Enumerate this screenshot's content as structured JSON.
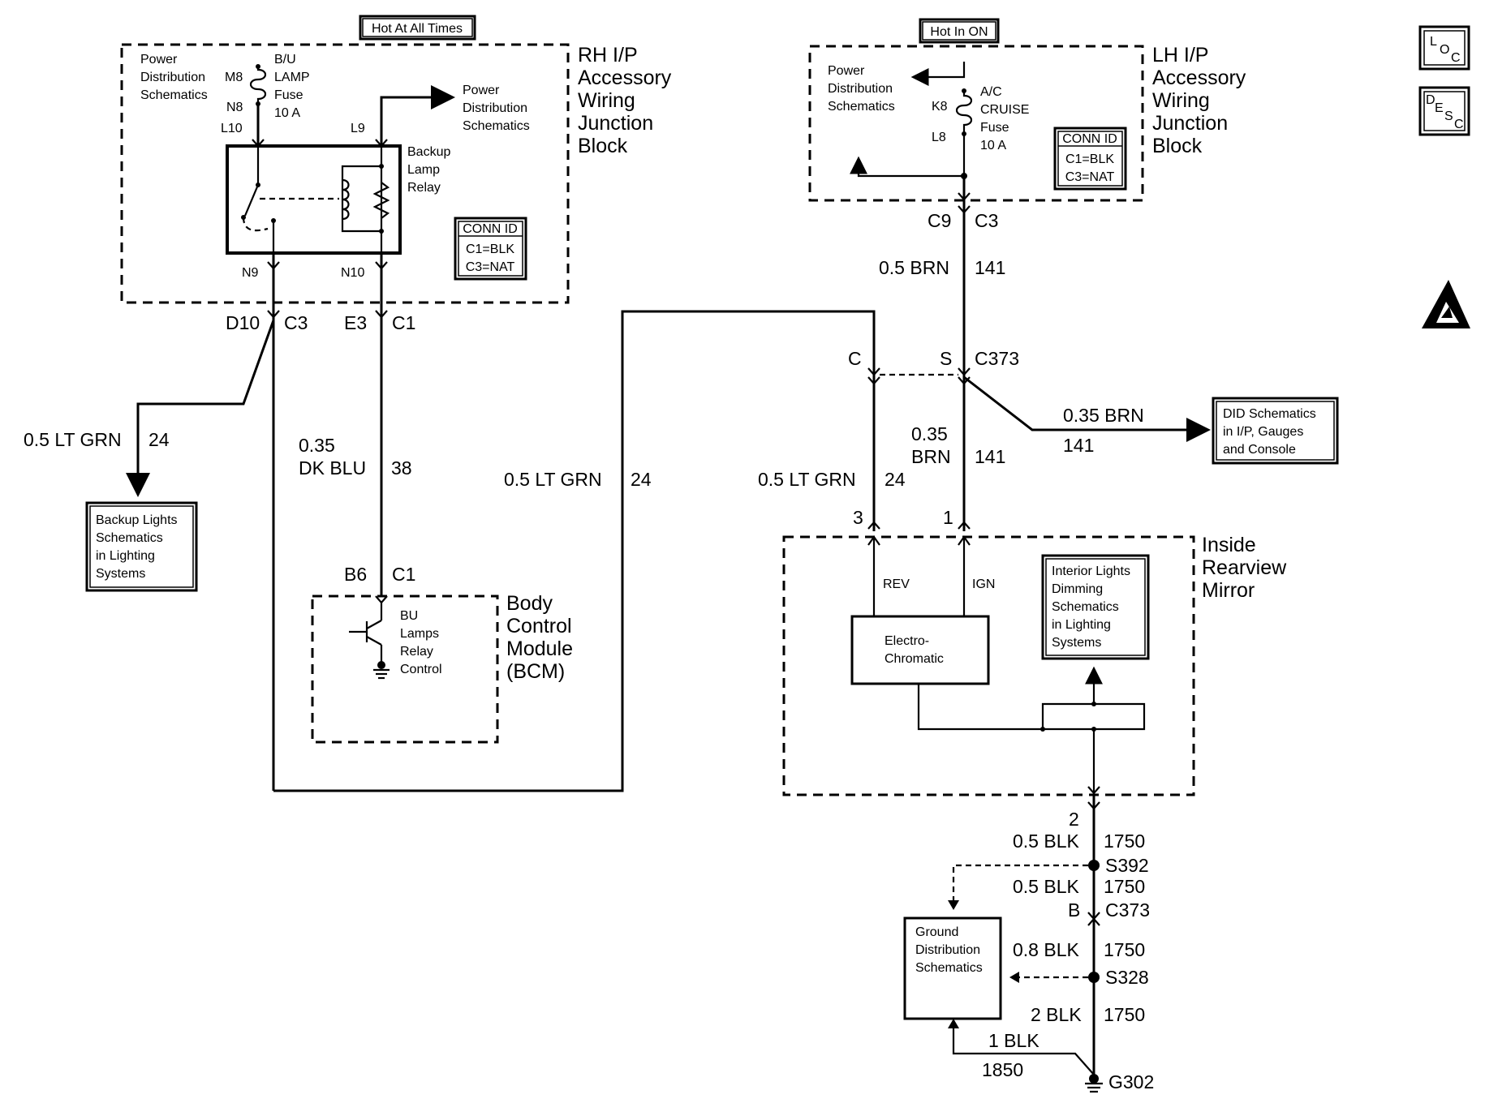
{
  "tags": {
    "hot_all_times": "Hot At All Times",
    "hot_in_on": "Hot In ON"
  },
  "icons": {
    "loc": [
      "L",
      "O",
      "C"
    ],
    "desc": [
      "D",
      "E",
      "S",
      "C"
    ]
  },
  "rh_block": {
    "title": [
      "RH I/P",
      "Accessory",
      "Wiring",
      "Junction",
      "Block"
    ],
    "power_dist_left": [
      "Power",
      "Distribution",
      "Schematics"
    ],
    "power_dist_right": [
      "Power",
      "Distribution",
      "Schematics"
    ],
    "fuse": [
      "B/U",
      "LAMP",
      "Fuse",
      "10 A"
    ],
    "m8": "M8",
    "n8": "N8",
    "l10": "L10",
    "l9": "L9",
    "n9": "N9",
    "n10": "N10",
    "relay": [
      "Backup",
      "Lamp",
      "Relay"
    ],
    "conn": [
      "CONN ID",
      "C1=BLK",
      "C3=NAT"
    ]
  },
  "lh_block": {
    "title": [
      "LH I/P",
      "Accessory",
      "Wiring",
      "Junction",
      "Block"
    ],
    "power_dist": [
      "Power",
      "Distribution",
      "Schematics"
    ],
    "k8": "K8",
    "l8": "L8",
    "fuse": [
      "A/C",
      "CRUISE",
      "Fuse",
      "10 A"
    ],
    "conn": [
      "CONN ID",
      "C1=BLK",
      "C3=NAT"
    ]
  },
  "connectors": {
    "d10": "D10",
    "c3a": "C3",
    "e3": "E3",
    "c1a": "C1",
    "c9": "C9",
    "c3b": "C3",
    "b6": "B6",
    "c1b": "C1",
    "c": "C",
    "s": "S",
    "c373": "C373",
    "pin3": "3",
    "pin1": "1",
    "pin2": "2",
    "s392": "S392",
    "b": "B",
    "c373b": "C373",
    "s328": "S328",
    "g302": "G302"
  },
  "wires": {
    "ltgrn_left": {
      "size": "0.5 LT GRN",
      "circ": "24"
    },
    "dkblu": {
      "size1": "0.35",
      "size2": "DK BLU",
      "circ": "38"
    },
    "ltgrn_mid": {
      "size": "0.5 LT GRN",
      "circ": "24"
    },
    "brn_top": {
      "size": "0.5 BRN",
      "circ": "141"
    },
    "brn_did": {
      "size": "0.35 BRN",
      "circ": "141"
    },
    "brn_mirror": {
      "size1": "0.35",
      "size2": "BRN",
      "circ": "141"
    },
    "ltgrn_mirror": {
      "size": "0.5 LT GRN",
      "circ": "24"
    },
    "blk1": {
      "size": "0.5 BLK",
      "circ": "1750"
    },
    "blk2": {
      "size": "0.5 BLK",
      "circ": "1750"
    },
    "blk3": {
      "size": "0.8 BLK",
      "circ": "1750"
    },
    "blk4": {
      "size": "2 BLK",
      "circ": "1750"
    },
    "blk5": {
      "size": "1 BLK",
      "circ": "1850"
    }
  },
  "boxes": {
    "backup_lights": [
      "Backup Lights",
      "Schematics",
      "in Lighting",
      "Systems"
    ],
    "did": [
      "DID Schematics",
      "in I/P, Gauges",
      "and Console"
    ],
    "interior_lights": [
      "Interior Lights",
      "Dimming",
      "Schematics",
      "in Lighting",
      "Systems"
    ],
    "electro": [
      "Electro-",
      "Chromatic"
    ],
    "ground": [
      "Ground",
      "Distribution",
      "Schematics"
    ]
  },
  "bcm": {
    "title": [
      "Body",
      "Control",
      "Module",
      "(BCM)"
    ],
    "inner": [
      "BU",
      "Lamps",
      "Relay",
      "Control"
    ]
  },
  "mirror": {
    "title": [
      "Inside",
      "Rearview",
      "Mirror"
    ],
    "rev": "REV",
    "ign": "IGN"
  }
}
